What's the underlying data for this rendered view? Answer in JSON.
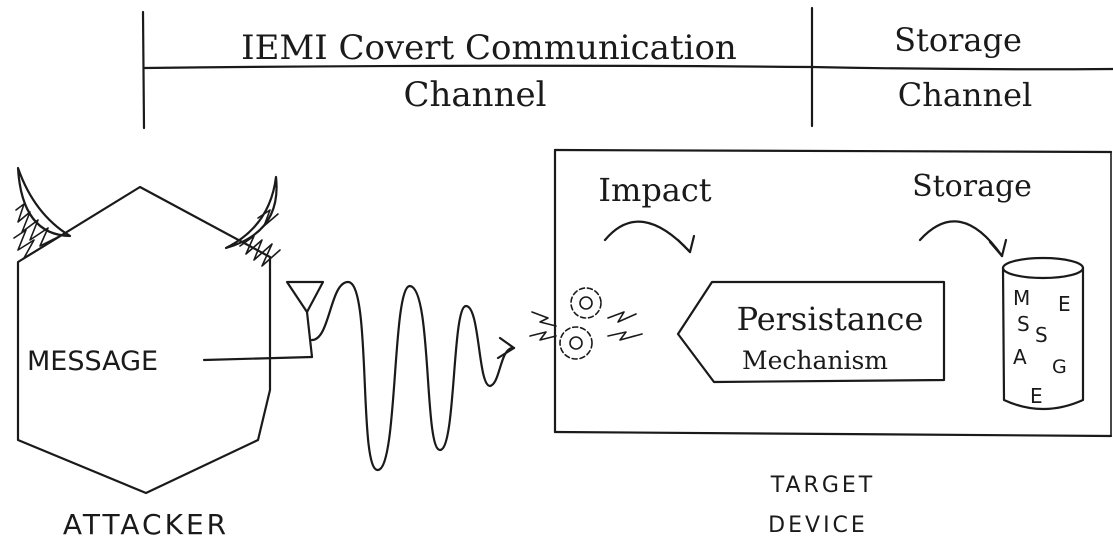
{
  "header": {
    "iemi_title_line1": "IEMI Covert Communication",
    "iemi_title_line2": "Channel",
    "storage_title_line1": "Storage",
    "storage_title_line2": "Channel"
  },
  "attacker": {
    "message_label": "MESSAGE",
    "caption": "ATTACKER"
  },
  "target": {
    "impact_label": "Impact",
    "storage_label": "Storage",
    "persistence_line1": "Persistance",
    "persistence_line2": "Mechanism",
    "storage_letters": [
      "M",
      "E",
      "S",
      "S",
      "A",
      "G",
      "E"
    ],
    "caption_line1": "TARGET",
    "caption_line2": "DEVICE"
  }
}
